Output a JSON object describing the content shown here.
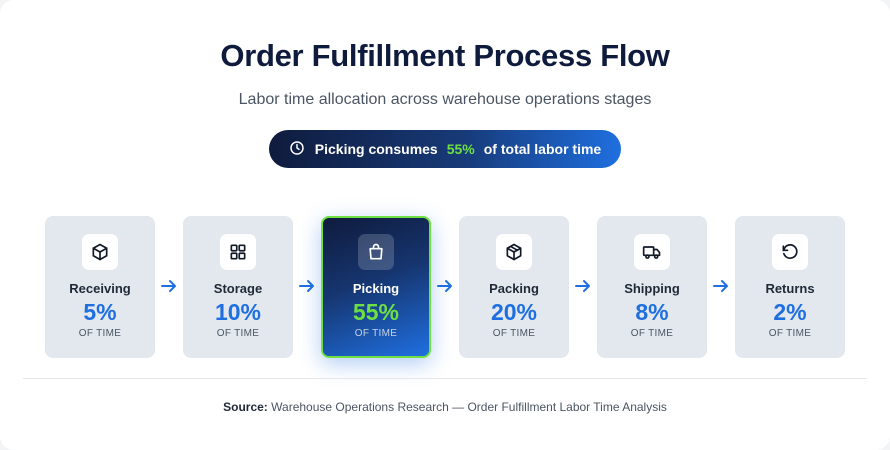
{
  "header": {
    "title": "Order Fulfillment Process Flow",
    "subtitle": "Labor time allocation across warehouse operations stages"
  },
  "highlight": {
    "prefix": "Picking consumes",
    "value": "55%",
    "suffix": "of total labor time",
    "icon": "clock-icon"
  },
  "stages": [
    {
      "name": "Receiving",
      "value": "5%",
      "label": "OF TIME",
      "icon": "box-icon"
    },
    {
      "name": "Storage",
      "value": "10%",
      "label": "OF TIME",
      "icon": "grid-icon"
    },
    {
      "name": "Picking",
      "value": "55%",
      "label": "OF TIME",
      "icon": "shopping-bag-icon"
    },
    {
      "name": "Packing",
      "value": "20%",
      "label": "OF TIME",
      "icon": "package-icon"
    },
    {
      "name": "Shipping",
      "value": "8%",
      "label": "OF TIME",
      "icon": "truck-icon"
    },
    {
      "name": "Returns",
      "value": "2%",
      "label": "OF TIME",
      "icon": "rotate-ccw-icon"
    }
  ],
  "source": {
    "label": "Source:",
    "text": "Warehouse Operations Research — Order Fulfillment Labor Time Analysis"
  },
  "colors": {
    "primary": "#1f6fe0",
    "accent": "#6ee043",
    "dark": "#0f1b3d"
  }
}
